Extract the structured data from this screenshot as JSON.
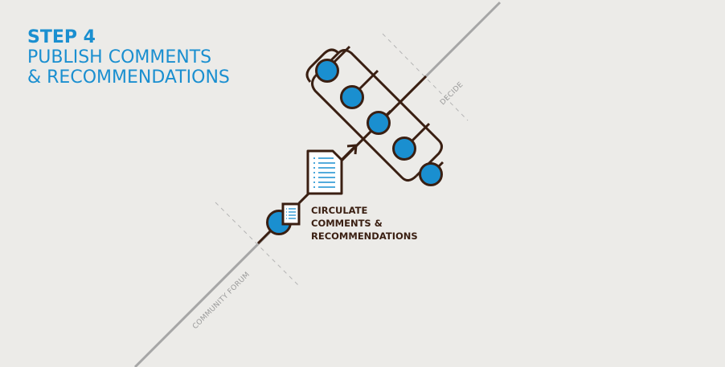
{
  "heading": {
    "step": "STEP 4",
    "title_line1": "PUBLISH COMMENTS",
    "title_line2": "& RECOMMENDATIONS"
  },
  "stages": {
    "community_forum": "COMMUNITY FORUM",
    "decide": "DECIDE"
  },
  "caption": {
    "line1": "CIRCULATE",
    "line2": "COMMENTS &",
    "line3": "RECOMMENDATIONS"
  },
  "colors": {
    "background": "#ecebe8",
    "accent": "#1a8fd0",
    "stroke": "#3a1f12",
    "axis": "#a6a6a6"
  },
  "icons": [
    "document-icon",
    "arrow-icon",
    "member-circle-icon"
  ]
}
